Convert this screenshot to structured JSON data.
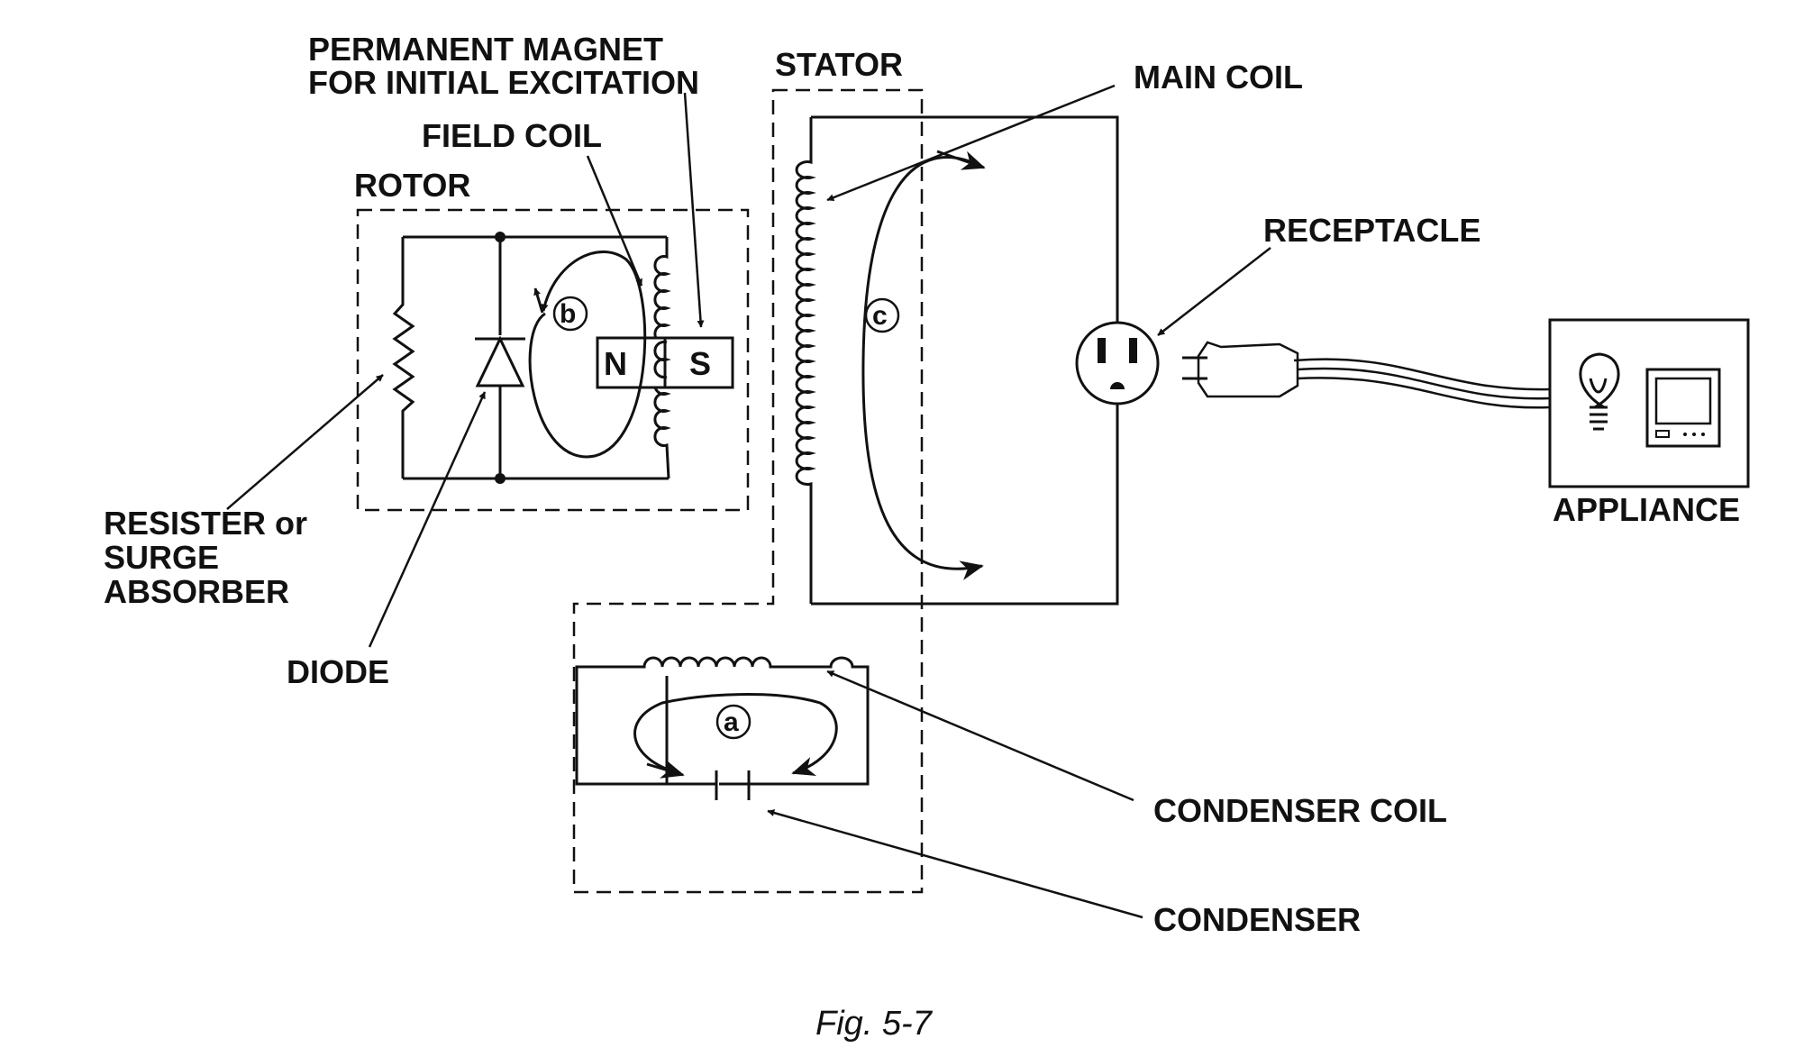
{
  "labels": {
    "permanent_magnet_1": "PERMANENT MAGNET",
    "permanent_magnet_2": "FOR INITIAL EXCITATION",
    "stator": "STATOR",
    "main_coil": "MAIN COIL",
    "field_coil": "FIELD COIL",
    "rotor": "ROTOR",
    "receptacle": "RECEPTACLE",
    "resister_1": "RESISTER or",
    "resister_2": "SURGE",
    "resister_3": "ABSORBER",
    "diode": "DIODE",
    "appliance": "APPLIANCE",
    "condenser_coil": "CONDENSER COIL",
    "condenser": "CONDENSER",
    "magnet_n": "N",
    "magnet_s": "S",
    "marker_a": "a",
    "marker_b": "b",
    "marker_c": "c"
  },
  "caption": "Fig. 5-7"
}
